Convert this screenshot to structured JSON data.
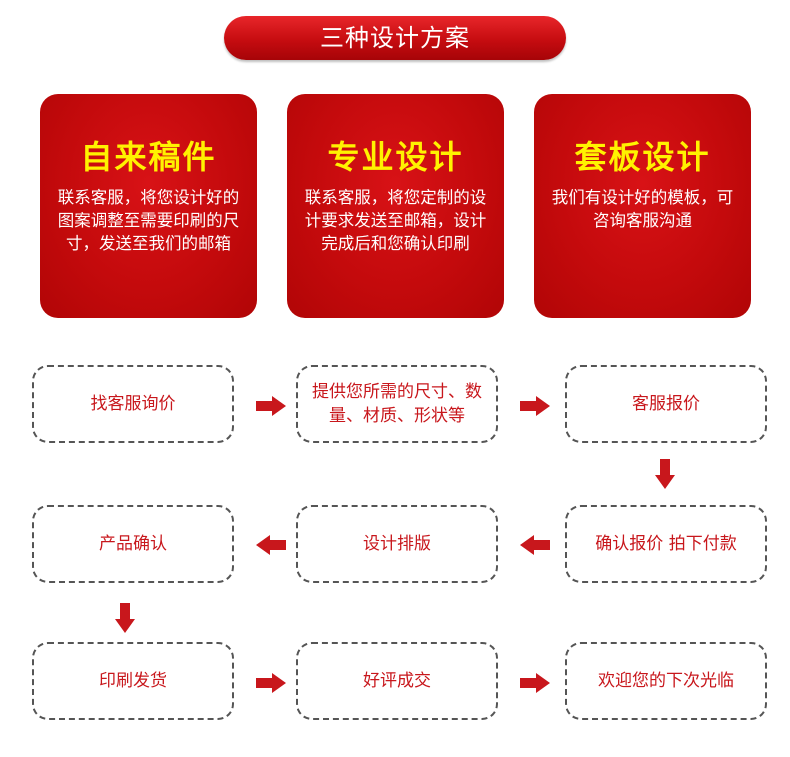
{
  "banner": {
    "title": "三种设计方案"
  },
  "cards": [
    {
      "title": "自来稿件",
      "desc": "联系客服，将您设计好的图案调整至需要印刷的尺寸，发送至我们的邮箱"
    },
    {
      "title": "专业设计",
      "desc": "联系客服，将您定制的设计要求发送至邮箱，设计完成后和您确认印刷"
    },
    {
      "title": "套板设计",
      "desc": "我们有设计好的模板，可咨询客服沟通"
    }
  ],
  "steps": [
    "找客服询价",
    "提供您所需的尺寸、数量、材质、形状等",
    "客服报价",
    "确认报价 拍下付款",
    "设计排版",
    "产品确认",
    "印刷发货",
    "好评成交",
    "欢迎您的下次光临"
  ],
  "colors": {
    "accent": "#c8171c",
    "title_yellow": "#fff200",
    "card_red": "#c40a0c",
    "border": "#555555"
  },
  "icons": {
    "arrow": "arrow-icon"
  }
}
